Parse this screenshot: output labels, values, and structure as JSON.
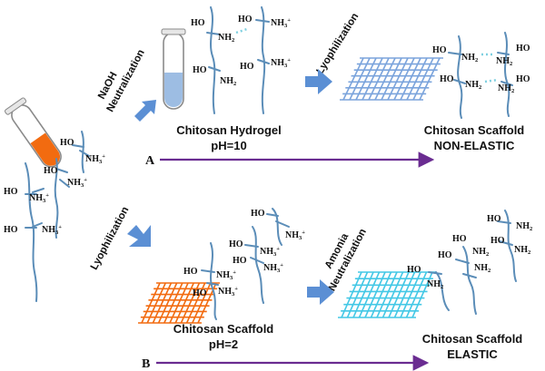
{
  "paths": {
    "a": {
      "letter": "A"
    },
    "b": {
      "letter": "B"
    }
  },
  "steps": {
    "naoh": {
      "line1": "NaOH",
      "line2": "Neutralization"
    },
    "lyo_top": {
      "text": "Lyophilization"
    },
    "lyo_bottom": {
      "text": "Lyophilization"
    },
    "amonia": {
      "line1": "Amonia",
      "line2": "Neutralization"
    }
  },
  "labels": {
    "hydrogel": {
      "line1": "Chitosan Hydrogel",
      "line2": "pH=10"
    },
    "scaffold_top": {
      "line1": "Chitosan Scaffold",
      "line2": "NON-ELASTIC"
    },
    "scaffold_bottom_left": {
      "line1": "Chitosan Scaffold",
      "line2": "pH=2"
    },
    "scaffold_bottom_right": {
      "line1": "Chitosan Scaffold",
      "line2": "ELASTIC"
    }
  },
  "chem": {
    "ho": "HO",
    "nh": "NH",
    "two": "2",
    "three": "3",
    "plus": "+"
  },
  "colors": {
    "chain": "#5b8db8",
    "arrow_fill": "#5b8fd4",
    "long_arrow": "#6a2c91",
    "solution_orange": "#f26b10",
    "solution_blue": "#9dbde3",
    "mesh_blue": "#7ba4dc",
    "mesh_orange": "#f26b10",
    "mesh_cyan": "#44c8e6",
    "hbond": "#7fd0e0"
  }
}
